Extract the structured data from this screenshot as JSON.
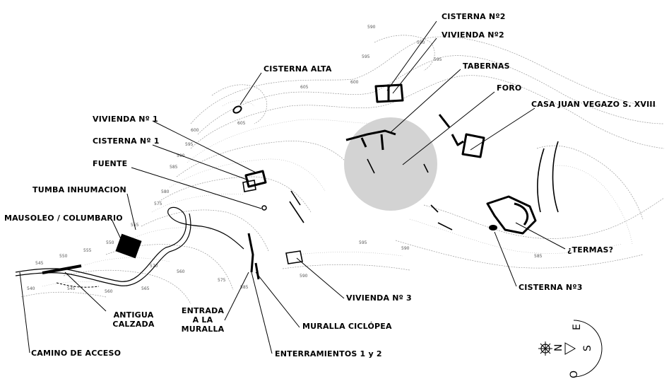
{
  "labels": {
    "cisterna_2": "CISTERNA Nº2",
    "vivienda_2": "VIVIENDA Nº2",
    "tabernas": "TABERNAS",
    "foro": "FORO",
    "casa_juan_vegazo": "CASA  JUAN VEGAZO S. XVIII",
    "cisterna_alta": "CISTERNA ALTA",
    "vivienda_1": "VIVIENDA Nº 1",
    "cisterna_1": "CISTERNA Nº 1",
    "fuente": "FUENTE",
    "tumba_inhumacion": "TUMBA INHUMACION",
    "mausoleo": "MAUSOLEO / COLUMBARIO",
    "antigua_calzada": "ANTIGUA CALZADA",
    "entrada_muralla": "ENTRADA A LA MURALLA",
    "muralla_ciclopea": "MURALLA CICLÓPEA",
    "vivienda_3": "VIVIENDA Nº 3",
    "termas": "¿TERMAS?",
    "cisterna_3": "CISTERNA Nº3",
    "enterramientos": "ENTERRAMIENTOS 1 y 2",
    "camino_acceso": "CAMINO DE ACCESO"
  },
  "elevations": [
    "590",
    "590",
    "595",
    "595",
    "600",
    "605",
    "605",
    "600",
    "595",
    "590",
    "585",
    "580",
    "575",
    "570",
    "565",
    "560",
    "555",
    "550",
    "545",
    "540",
    "545",
    "550",
    "555",
    "560",
    "575",
    "585",
    "590",
    "595",
    "590",
    "585"
  ],
  "compass": {
    "letters": [
      "E",
      "N",
      "S",
      "O"
    ]
  },
  "highlight_color": "#d3d3d3"
}
